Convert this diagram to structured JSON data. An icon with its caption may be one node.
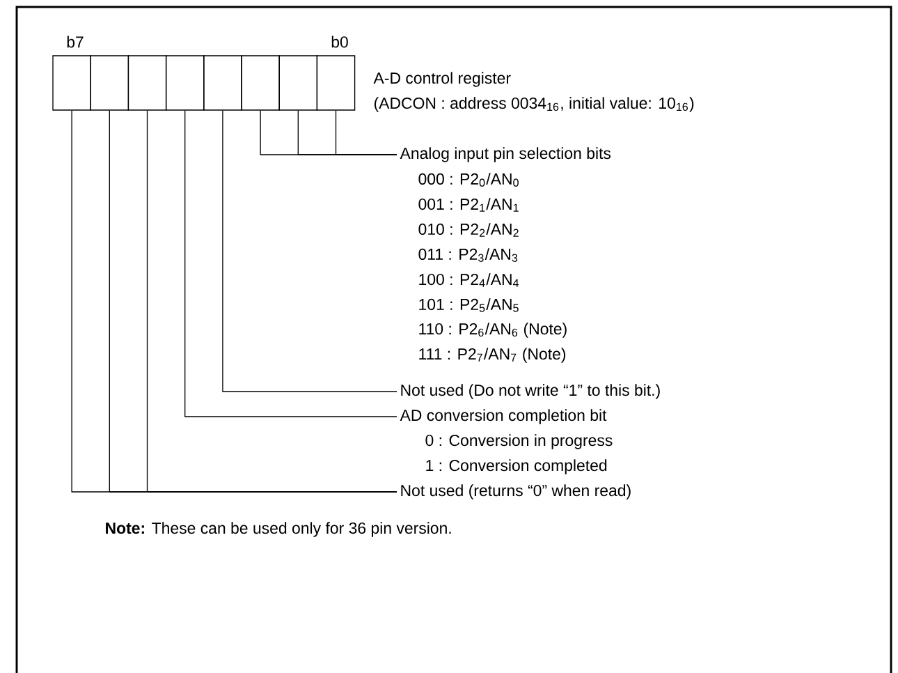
{
  "diagram": {
    "nodes": [
      {
        "text": [],
        "shape": "box"
      },
      {
        "text": [],
        "shape": "box"
      },
      {
        "text": [],
        "shape": "box"
      },
      {
        "text": [],
        "shape": "box"
      },
      {
        "text": [],
        "shape": "box"
      },
      {
        "text": [],
        "shape": "box"
      },
      {
        "text": [],
        "shape": "box"
      },
      {
        "text": [],
        "shape": "box"
      },
      {
        "text": [
          "Analog input pin selection bits",
          "000 : P2$_{0}$/AN$_{0}$",
          "001 : P2$_{1}$/AN$_{1}$",
          "010 : P2$_{2}$/AN$_{2}$",
          "011 : P2$_{3}$/AN$_{3}$",
          "100 : P2$_{4}$/AN$_{4}$",
          "101 : P2$_{5}$/AN$_{5}$",
          "110 : P2$_{6}$/AN$_{6}$ (Note)",
          "111 : P2$_{7}$/AN$_{7}$ (Note)"
        ]
      },
      {
        "text": [
          "Not used (Do not write “1” to this bit.)"
        ]
      },
      {
        "text": [
          "AD conversion completion bit",
          "0 : Conversion in progress",
          "1 : Conversion completed"
        ]
      },
      {
        "text": [
          "Not used (returns “0” when read)"
        ]
      }
    ],
    "edges": [
      {
        "from": 5,
        "to": 8,
        "arrow": "none"
      },
      {
        "from": 6,
        "to": 8,
        "arrow": "none"
      },
      {
        "from": 7,
        "to": 8,
        "arrow": "none"
      },
      {
        "from": 4,
        "to": 9,
        "arrow": "none"
      },
      {
        "from": 3,
        "to": 10,
        "arrow": "none"
      },
      {
        "from": 0,
        "to": 11,
        "arrow": "none"
      },
      {
        "from": 1,
        "to": 11,
        "arrow": "none"
      },
      {
        "from": 2,
        "to": 11,
        "arrow": "none"
      }
    ],
    "labels": [
      "b7",
      "b0",
      "A-D control register",
      "(ADCON : address 0034$_{16}$, initial value: 10$_{16}$)",
      "**Note:** These can be used only for 36 pin version."
    ]
  }
}
